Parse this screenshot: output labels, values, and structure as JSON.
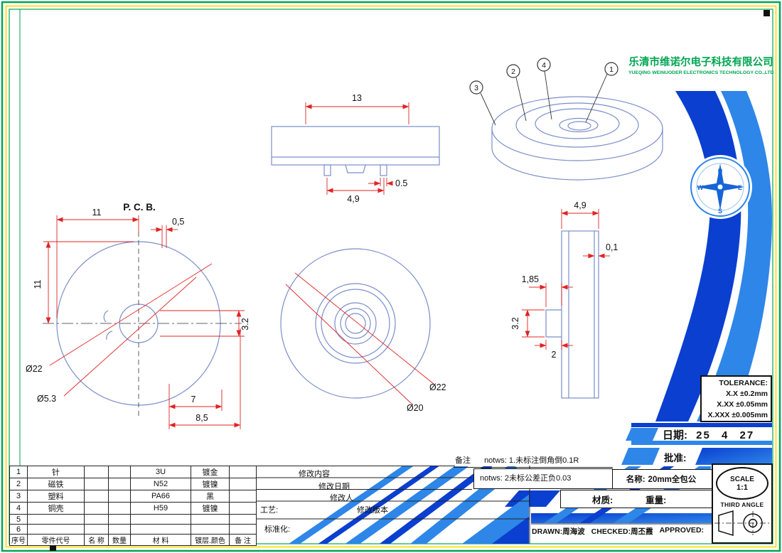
{
  "company": {
    "name_cn": "乐清市维诺尔电子科技有限公司",
    "name_en": "YUEQING WEINUODER ELECTRONICS TECHNOLOGY CO.,LTD"
  },
  "drawing": {
    "pcb_label": "P. C. B.",
    "view_top_side": {
      "width": "13",
      "pin_span": "4,9",
      "pin_width": "0.5"
    },
    "view_perspective": {
      "balloon_1": "1",
      "balloon_2": "2",
      "balloon_3": "3",
      "balloon_4": "4"
    },
    "view_front_left": {
      "dim_h": "11",
      "dim_v": "11",
      "notch": "0,5",
      "pin_h": "3.2",
      "dia_outer": "Ø22",
      "dia_hole": "Ø5.3",
      "dim_7": "7",
      "dim_85": "8,5"
    },
    "view_front_mid": {
      "dia_outer": "Ø22",
      "dia_inner": "Ø20"
    },
    "view_section": {
      "width": "4,9",
      "wall": "0,1",
      "step": "1,85",
      "pin_h": "3.2",
      "pin_w": "2"
    }
  },
  "compass": {
    "n": "N",
    "e": "E",
    "s": "S",
    "w": "W"
  },
  "notes": {
    "label": "备注",
    "note1": "notws: 1.未标注倒角倒0.1R",
    "note2": "notws: 2未标公差正负0.03"
  },
  "tolerance": {
    "title": "TOLERANCE:",
    "lines": [
      "X.X ±0.2mm",
      "X.XX ±0.05mm",
      "X.XXX ±0.005mm"
    ]
  },
  "title_block": {
    "date_label": "日期:",
    "date_value": "25 4 27",
    "approve_label": "批准:",
    "name_label": "名称:",
    "name_value": "20mm全包公",
    "material_label": "材质:",
    "weight_label": "重量:",
    "scale_label": "SCALE",
    "scale_value": "1:1",
    "projection_label": "THIRD ANGLE",
    "drawn": "DRAWN:周海波",
    "checked": "CHECKED:周丕霞",
    "approved": "APPROVED:"
  },
  "revision_block": {
    "content": "修改内容",
    "date": "修改日期",
    "person": "修改人",
    "process": "工艺:",
    "version": "修改版本",
    "standard": "标准化:"
  },
  "parts_table": {
    "header": {
      "no": "序号",
      "code": "零件代号",
      "name": "名 称",
      "qty": "数量",
      "material": "材 料",
      "plating": "镀层.颜色",
      "remark": "备 注"
    },
    "rows": [
      {
        "no": "1",
        "name": "针",
        "material": "3U",
        "plating": "镀金"
      },
      {
        "no": "2",
        "name": "磁铁",
        "material": "N52",
        "plating": "镀镍"
      },
      {
        "no": "3",
        "name": "塑料",
        "material": "PA66",
        "plating": "黑"
      },
      {
        "no": "4",
        "name": "铜壳",
        "material": "H59",
        "plating": "镀镍"
      },
      {
        "no": "5"
      },
      {
        "no": "6"
      }
    ]
  },
  "colors": {
    "frame_green": "#00a651",
    "frame_yellow": "#ffd800",
    "line_blue": "#7b8ec9",
    "dimension_red": "#e02424",
    "accent_blue_dark": "#0a3fd0",
    "accent_blue_light": "#2e86e8"
  }
}
